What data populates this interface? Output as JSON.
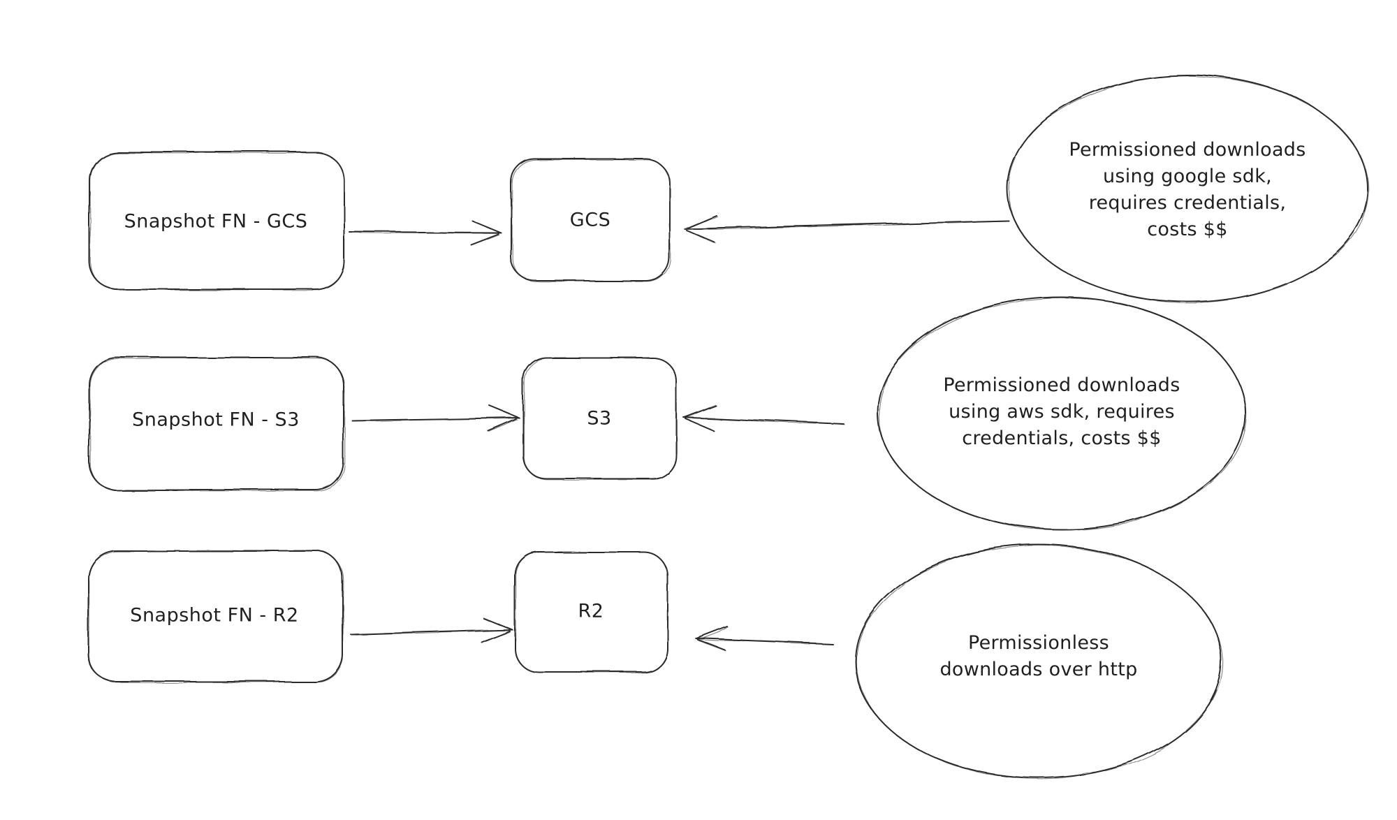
{
  "canvas": {
    "background_color": "#ffffff",
    "stroke_color": "#2b2b2b",
    "text_color": "#1f1f1f"
  },
  "diagram": {
    "rows": [
      {
        "source_label": "Snapshot FN - GCS",
        "target_label": "GCS",
        "note_lines": {
          "0": "Permissioned downloads",
          "1": "using google sdk,",
          "2": "requires credentials,",
          "3": "costs $$"
        }
      },
      {
        "source_label": "Snapshot FN - S3",
        "target_label": "S3",
        "note_lines": {
          "0": "Permissioned downloads",
          "1": "using aws sdk, requires",
          "2": "credentials, costs $$"
        }
      },
      {
        "source_label": "Snapshot FN - R2",
        "target_label": "R2",
        "note_lines": {
          "0": "Permissionless",
          "1": "downloads over http"
        }
      }
    ]
  }
}
